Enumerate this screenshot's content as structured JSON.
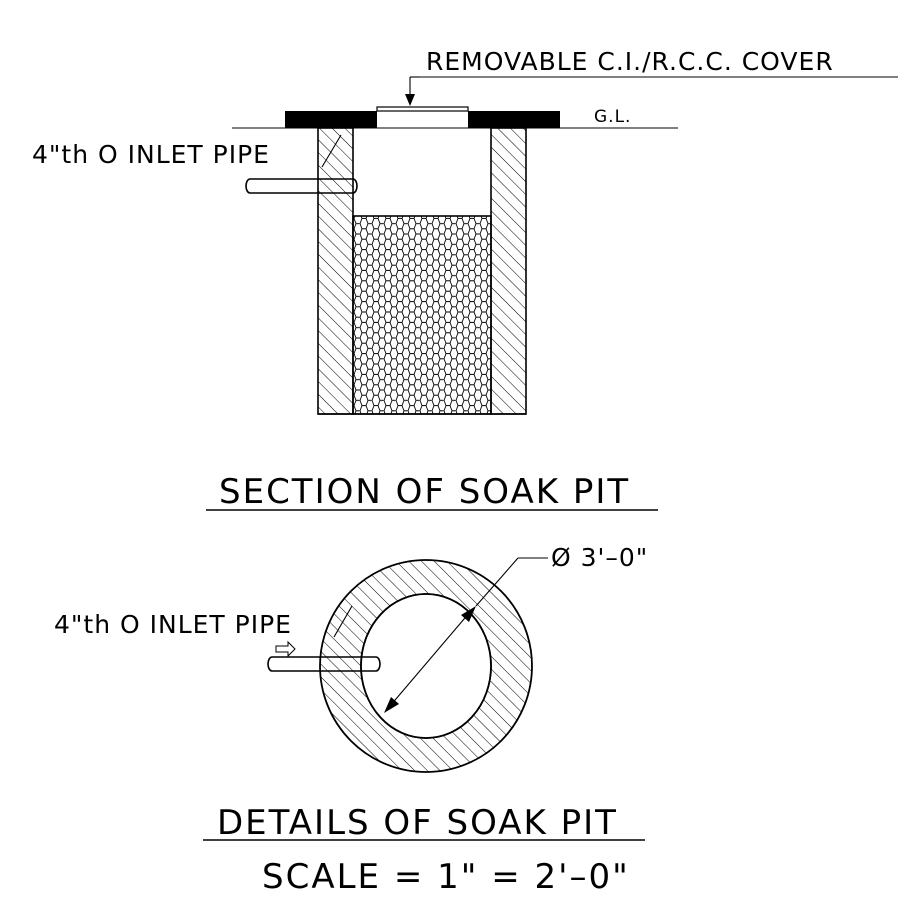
{
  "section": {
    "cover_label": "REMOVABLE C.I./R.C.C. COVER",
    "gl_label": "G.L.",
    "inlet_label": "4\"th O INLET PIPE",
    "title": "SECTION OF SOAK PIT"
  },
  "plan": {
    "inlet_label": "4\"th O INLET PIPE",
    "diameter_label": "Ø 3'–0\"",
    "title": "DETAILS OF SOAK PIT",
    "scale": "SCALE = 1\" = 2'–0\""
  }
}
